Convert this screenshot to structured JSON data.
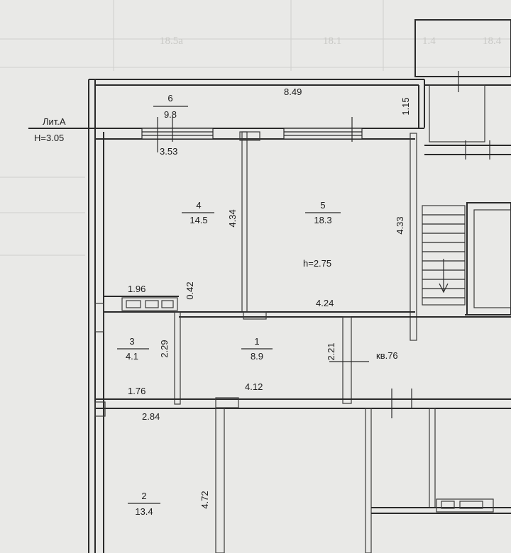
{
  "header": {
    "liter": "Лит.А",
    "height": "H=3.05",
    "inner_height": "h=2.75",
    "apartment": "кв.76"
  },
  "faint_labels": [
    "18.5а",
    "18.1",
    "1.4",
    "18.4"
  ],
  "rooms": [
    {
      "id": "6",
      "number": "6",
      "area": "9.8"
    },
    {
      "id": "4",
      "number": "4",
      "area": "14.5"
    },
    {
      "id": "5",
      "number": "5",
      "area": "18.3"
    },
    {
      "id": "3",
      "number": "3",
      "area": "4.1"
    },
    {
      "id": "1",
      "number": "1",
      "area": "8.9"
    },
    {
      "id": "2",
      "number": "2",
      "area": "13.4"
    }
  ],
  "dimensions": {
    "d_8_49": "8.49",
    "d_1_15": "1.15",
    "d_3_53": "3.53",
    "d_4_34": "4.34",
    "d_4_33": "4.33",
    "d_1_96": "1.96",
    "d_0_42": "0.42",
    "d_4_24": "4.24",
    "d_2_29": "2.29",
    "d_2_21": "2.21",
    "d_1_76": "1.76",
    "d_4_12": "4.12",
    "d_2_84": "2.84",
    "d_4_72": "4.72"
  }
}
